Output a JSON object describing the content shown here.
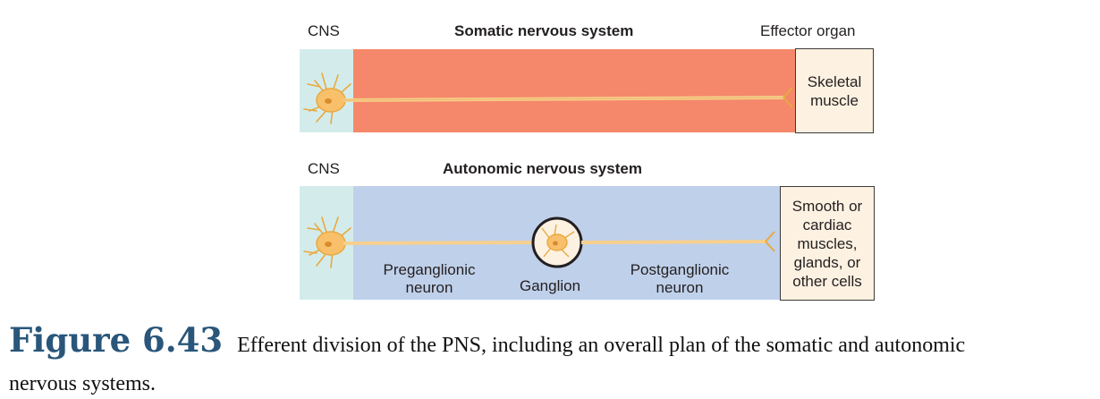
{
  "somatic": {
    "cns_label": "CNS",
    "title": "Somatic nervous system",
    "effector_label": "Effector organ",
    "effector_text": "Skeletal\nmuscle",
    "colors": {
      "band": "#f5886a",
      "cns": "#d3eceb",
      "effector": "#fdf1e1"
    }
  },
  "autonomic": {
    "cns_label": "CNS",
    "title": "Autonomic nervous system",
    "effector_text": "Smooth or\ncardiac\nmuscles,\nglands, or\nother cells",
    "preganglionic": "Preganglionic\nneuron",
    "ganglion": "Ganglion",
    "postganglionic": "Postganglionic\nneuron",
    "colors": {
      "band": "#bfd0ea",
      "cns": "#d3eceb",
      "effector": "#fdf1e1"
    }
  },
  "caption": {
    "figure_number": "Figure 6.43",
    "text": "Efferent division of the PNS, including an overall plan of the somatic and autonomic",
    "text_line2": "nervous systems."
  }
}
